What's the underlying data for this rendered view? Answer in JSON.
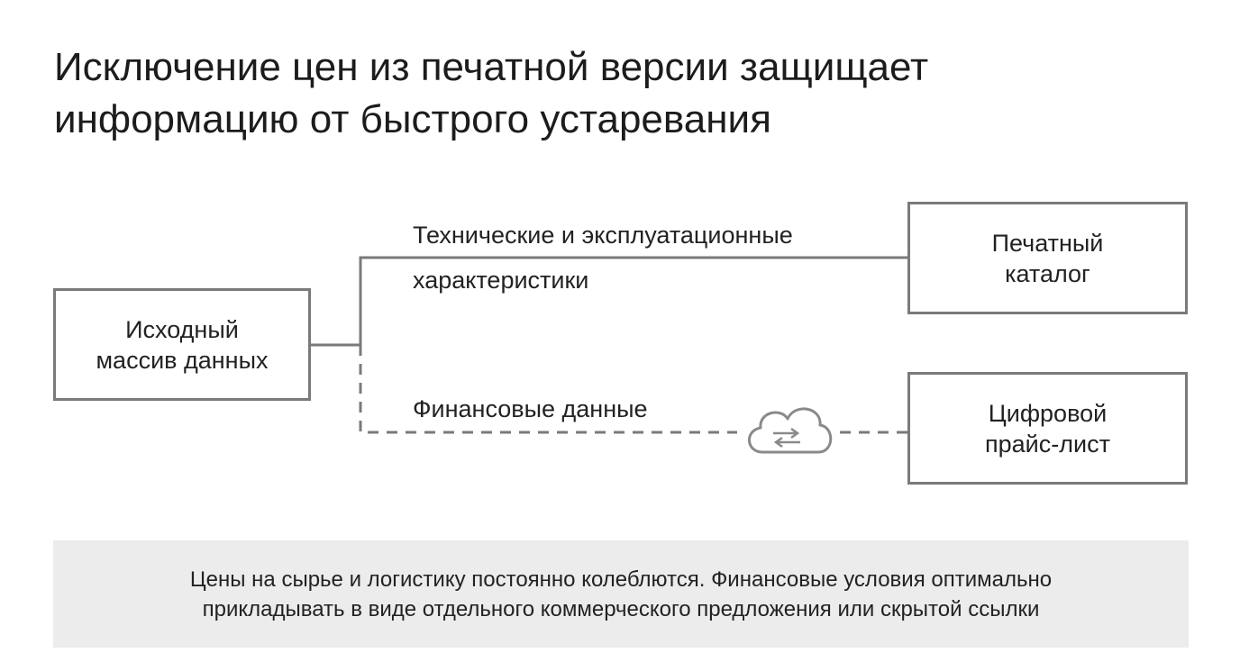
{
  "title": {
    "line1": "Исключение цен из печатной версии защищает",
    "line2": "информацию от быстрого устаревания"
  },
  "nodes": {
    "source": {
      "line1": "Исходный",
      "line2": "массив данных"
    },
    "print": {
      "line1": "Печатный",
      "line2": "каталог"
    },
    "digital": {
      "line1": "Цифровой",
      "line2": "прайс-лист"
    }
  },
  "edges": {
    "technical": {
      "line1": "Технические и эксплуатационные",
      "line2": "характеристики",
      "style": "solid"
    },
    "financial": {
      "label": "Финансовые данные",
      "style": "dashed",
      "icon": "cloud-sync-icon"
    }
  },
  "note": {
    "line1": "Цены на сырье и логистику постоянно колеблются. Финансовые условия оптимально",
    "line2": "прикладывать в виде отдельного коммерческого предложения или скрытой ссылки"
  },
  "colors": {
    "stroke": "#7a7a7a",
    "text": "#222222",
    "note_background": "#ececec"
  }
}
